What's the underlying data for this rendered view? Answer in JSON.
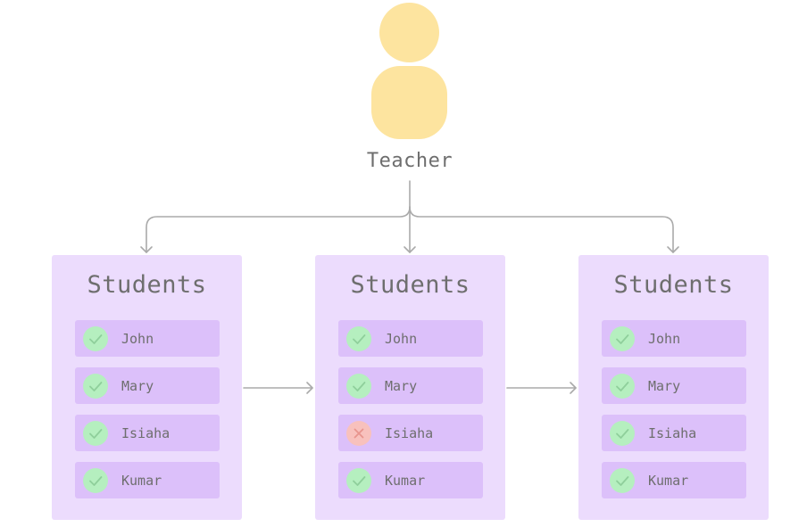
{
  "teacher": {
    "label": "Teacher",
    "icon": "person-icon",
    "color": "#fde49f"
  },
  "panels": [
    {
      "title": "Students",
      "students": [
        {
          "name": "John",
          "status": "present"
        },
        {
          "name": "Mary",
          "status": "present"
        },
        {
          "name": "Isiaha",
          "status": "present"
        },
        {
          "name": "Kumar",
          "status": "present"
        }
      ]
    },
    {
      "title": "Students",
      "students": [
        {
          "name": "John",
          "status": "present"
        },
        {
          "name": "Mary",
          "status": "present"
        },
        {
          "name": "Isiaha",
          "status": "absent"
        },
        {
          "name": "Kumar",
          "status": "present"
        }
      ]
    },
    {
      "title": "Students",
      "students": [
        {
          "name": "John",
          "status": "present"
        },
        {
          "name": "Mary",
          "status": "present"
        },
        {
          "name": "Isiaha",
          "status": "present"
        },
        {
          "name": "Kumar",
          "status": "present"
        }
      ]
    }
  ],
  "colors": {
    "panel": "#ecdcfd",
    "row": "#dcc0fa",
    "present": "#b5efbf",
    "absent": "#f8c1bd",
    "text": "#6e6e6e",
    "connector": "#aaaaaa"
  }
}
